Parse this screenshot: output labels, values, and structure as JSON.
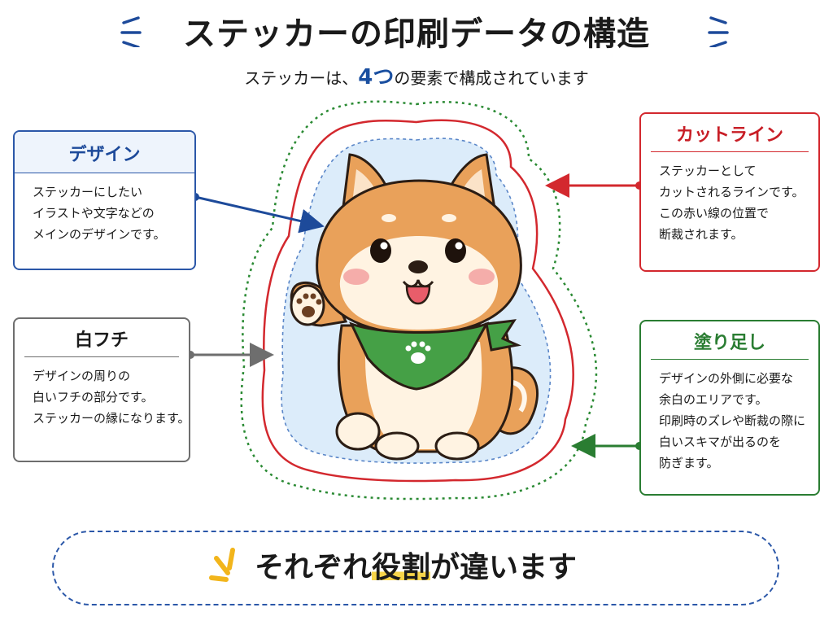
{
  "header": {
    "title": "ステッカーの印刷データの構造",
    "subtitle_before": "ステッカーは、",
    "subtitle_number": "4つ",
    "subtitle_after": "の要素で構成されています"
  },
  "cards": {
    "design": {
      "title": "デザイン",
      "lines": [
        "ステッカーにしたい",
        "イラストや文字などの",
        "メインのデザインです。"
      ]
    },
    "cut_line": {
      "title": "カットライン",
      "lines": [
        "ステッカーとして",
        "カットされるラインです。",
        "この赤い線の位置で",
        "断裁されます。"
      ]
    },
    "white_border": {
      "title": "白フチ",
      "lines": [
        "デザインの周りの",
        "白いフチの部分です。",
        "ステッカーの縁になります。"
      ]
    },
    "bleed": {
      "title": "塗り足し",
      "lines": [
        "デザインの外側に必要な",
        "余白のエリアです。",
        "印刷時のズレや断裁の際に",
        "白いスキマが出るのを",
        "防ぎます。"
      ]
    }
  },
  "footer": {
    "message_before": "それぞれ",
    "message_highlight": "役割",
    "message_after": "が違います"
  },
  "colors": {
    "design": "#2b57a8",
    "cut_line": "#d3282e",
    "white_border": "#6e6e6e",
    "bleed": "#2a7d32",
    "highlight": "#f7d54a"
  },
  "icons": [
    "shiba-inu-illustration",
    "paw-print-icon",
    "burst-icon"
  ]
}
